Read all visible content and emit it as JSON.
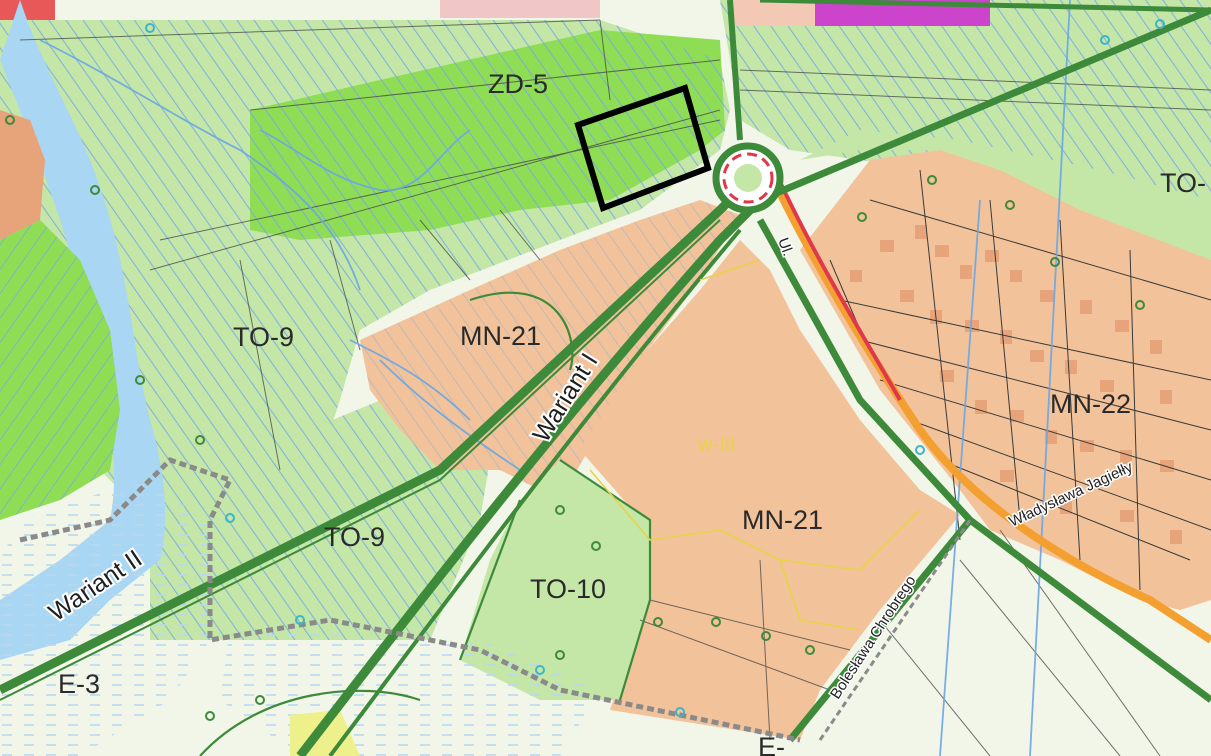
{
  "zones": {
    "zd5": "ZD-5",
    "to_partial": "TO-",
    "to9_a": "TO-9",
    "to9_b": "TO-9",
    "mn21_a": "MN-21",
    "mn21_b": "MN-21",
    "mn22": "MN-22",
    "to10": "TO-10",
    "e3": "E-3",
    "e_partial": "E-",
    "faint_code": "w-III"
  },
  "roads": {
    "jagielly": "Władysława Jagiełły",
    "chrobrego": "Bolesława Chrobrego",
    "small_street": "Ul.",
    "wariant_1": "Wariant I",
    "wariant_2": "Wariant II"
  },
  "colors": {
    "green_land": "#c4e7a8",
    "bright_green": "#8fdc55",
    "residential": "#f2c39a",
    "building": "#e7a47a",
    "hatch": "#7aa8e6",
    "road_green": "#3d8a3a",
    "river": "#a9d6f2",
    "arable": "#f2f6e8",
    "magenta": "#cc44cc",
    "orange_road": "#f4a030",
    "red_road": "#e0384a"
  }
}
